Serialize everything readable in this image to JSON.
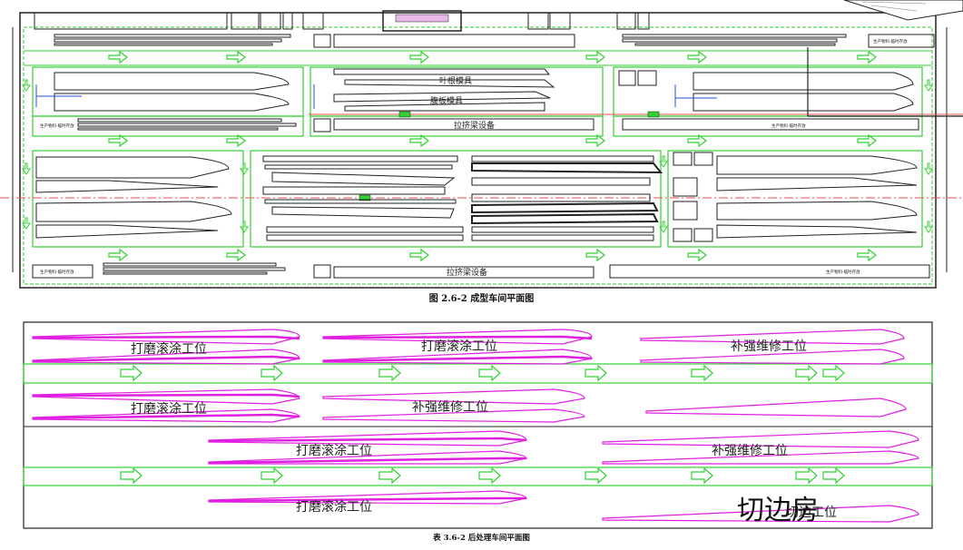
{
  "top_plan": {
    "labels": {
      "blade_mold_1": "叶根模具",
      "web_mold_1": "腹板模具",
      "pultrusion_1": "拉挤梁设备",
      "pultrusion_2": "拉挤梁设备",
      "materials_left_1": "生产物料-临时存放",
      "materials_left_2": "生产物料-临时存放",
      "materials_right_1": "生产物料-临时存放",
      "materials_right_2": "生产物料-临时存放",
      "materials_right_3": "生产物料-临时存放"
    }
  },
  "captions": {
    "top": "图 2.6-2 成型车间平面图",
    "bottom": "表 3.6-2 后处理车间平面图"
  },
  "bottom_plan": {
    "stations": [
      "打磨滚涂工位",
      "打磨滚涂工位",
      "补强维修工位",
      "打磨滚涂工位",
      "补强维修工位",
      "打磨滚涂工位",
      "补强维修工位",
      "打磨滚涂工位",
      "切边工位"
    ],
    "overlay_text": "切边房"
  },
  "colors": {
    "green": "#32d232",
    "magenta": "#e020e0",
    "red": "#e8504a",
    "line": "#222222"
  }
}
